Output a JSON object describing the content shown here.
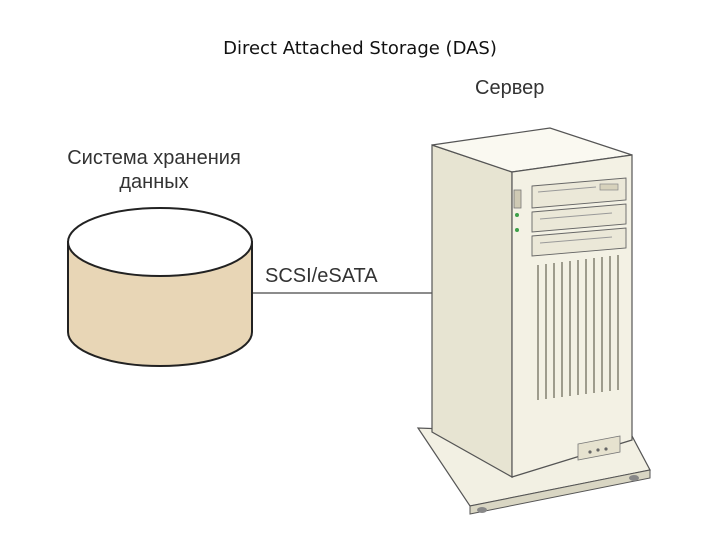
{
  "title": "Direct Attached Storage (DAS)",
  "labels": {
    "server": "Сервер",
    "storage_line1": "Система хранения",
    "storage_line2": "данных",
    "connection": "SCSI/eSATA"
  },
  "colors": {
    "cylinder_fill": "#e8d6b6",
    "cylinder_top": "#ffffff",
    "stroke": "#222222",
    "server_front": "#f3f1e4",
    "server_side": "#e7e4d2",
    "server_top": "#faf9f1",
    "led": "#3ea04a"
  }
}
